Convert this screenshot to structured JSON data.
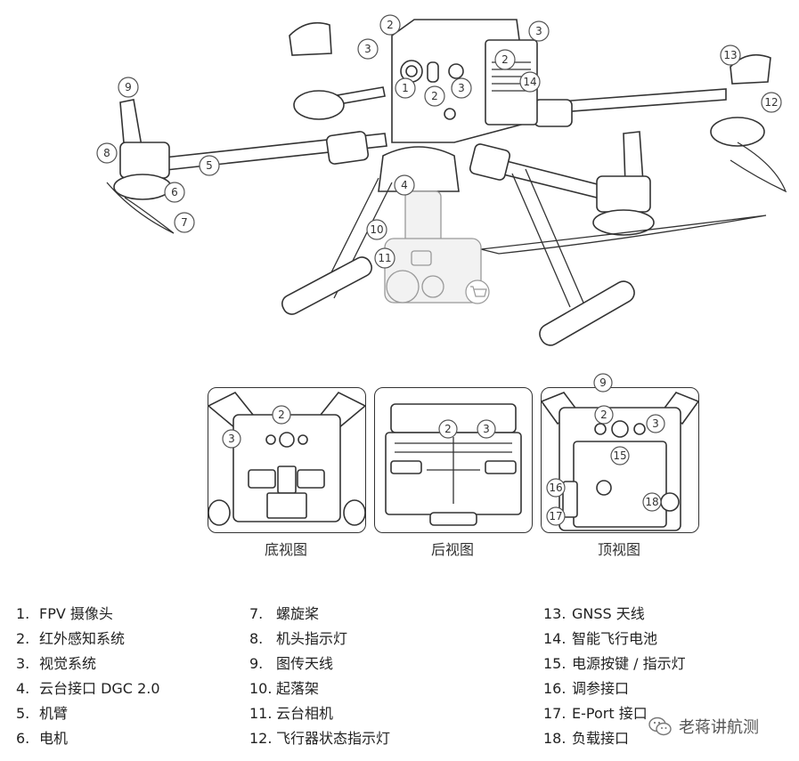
{
  "main_callouts": [
    "1",
    "2",
    "3",
    "4",
    "5",
    "6",
    "7",
    "8",
    "9",
    "10",
    "11",
    "12",
    "13",
    "14"
  ],
  "views": [
    {
      "caption": "底视图",
      "callouts": [
        "2",
        "3"
      ]
    },
    {
      "caption": "后视图",
      "callouts": [
        "2",
        "3"
      ]
    },
    {
      "caption": "顶视图",
      "callouts": [
        "9",
        "2",
        "3",
        "15",
        "16",
        "17",
        "18"
      ]
    }
  ],
  "legend": [
    [
      {
        "num": "1.",
        "label": "FPV 摄像头"
      },
      {
        "num": "2.",
        "label": "红外感知系统"
      },
      {
        "num": "3.",
        "label": "视觉系统"
      },
      {
        "num": "4.",
        "label": "云台接口 DGC 2.0"
      },
      {
        "num": "5.",
        "label": "机臂"
      },
      {
        "num": "6.",
        "label": "电机"
      }
    ],
    [
      {
        "num": "7.",
        "label": "螺旋桨"
      },
      {
        "num": "8.",
        "label": "机头指示灯"
      },
      {
        "num": "9.",
        "label": "图传天线"
      },
      {
        "num": "10.",
        "label": "起落架"
      },
      {
        "num": "11.",
        "label": "云台相机"
      },
      {
        "num": "12.",
        "label": "飞行器状态指示灯"
      }
    ],
    [
      {
        "num": "13.",
        "label": "GNSS 天线"
      },
      {
        "num": "14.",
        "label": "智能飞行电池"
      },
      {
        "num": "15.",
        "label": "电源按键 / 指示灯"
      },
      {
        "num": "16.",
        "label": "调参接口"
      },
      {
        "num": "17.",
        "label": "E-Port 接口"
      },
      {
        "num": "18.",
        "label": "负载接口"
      }
    ]
  ],
  "watermark": {
    "text": "老蒋讲航测",
    "icon": "wechat-icon"
  },
  "colors": {
    "line": "#333333",
    "payload_gray": "#999999",
    "callout_stroke": "#555555"
  }
}
